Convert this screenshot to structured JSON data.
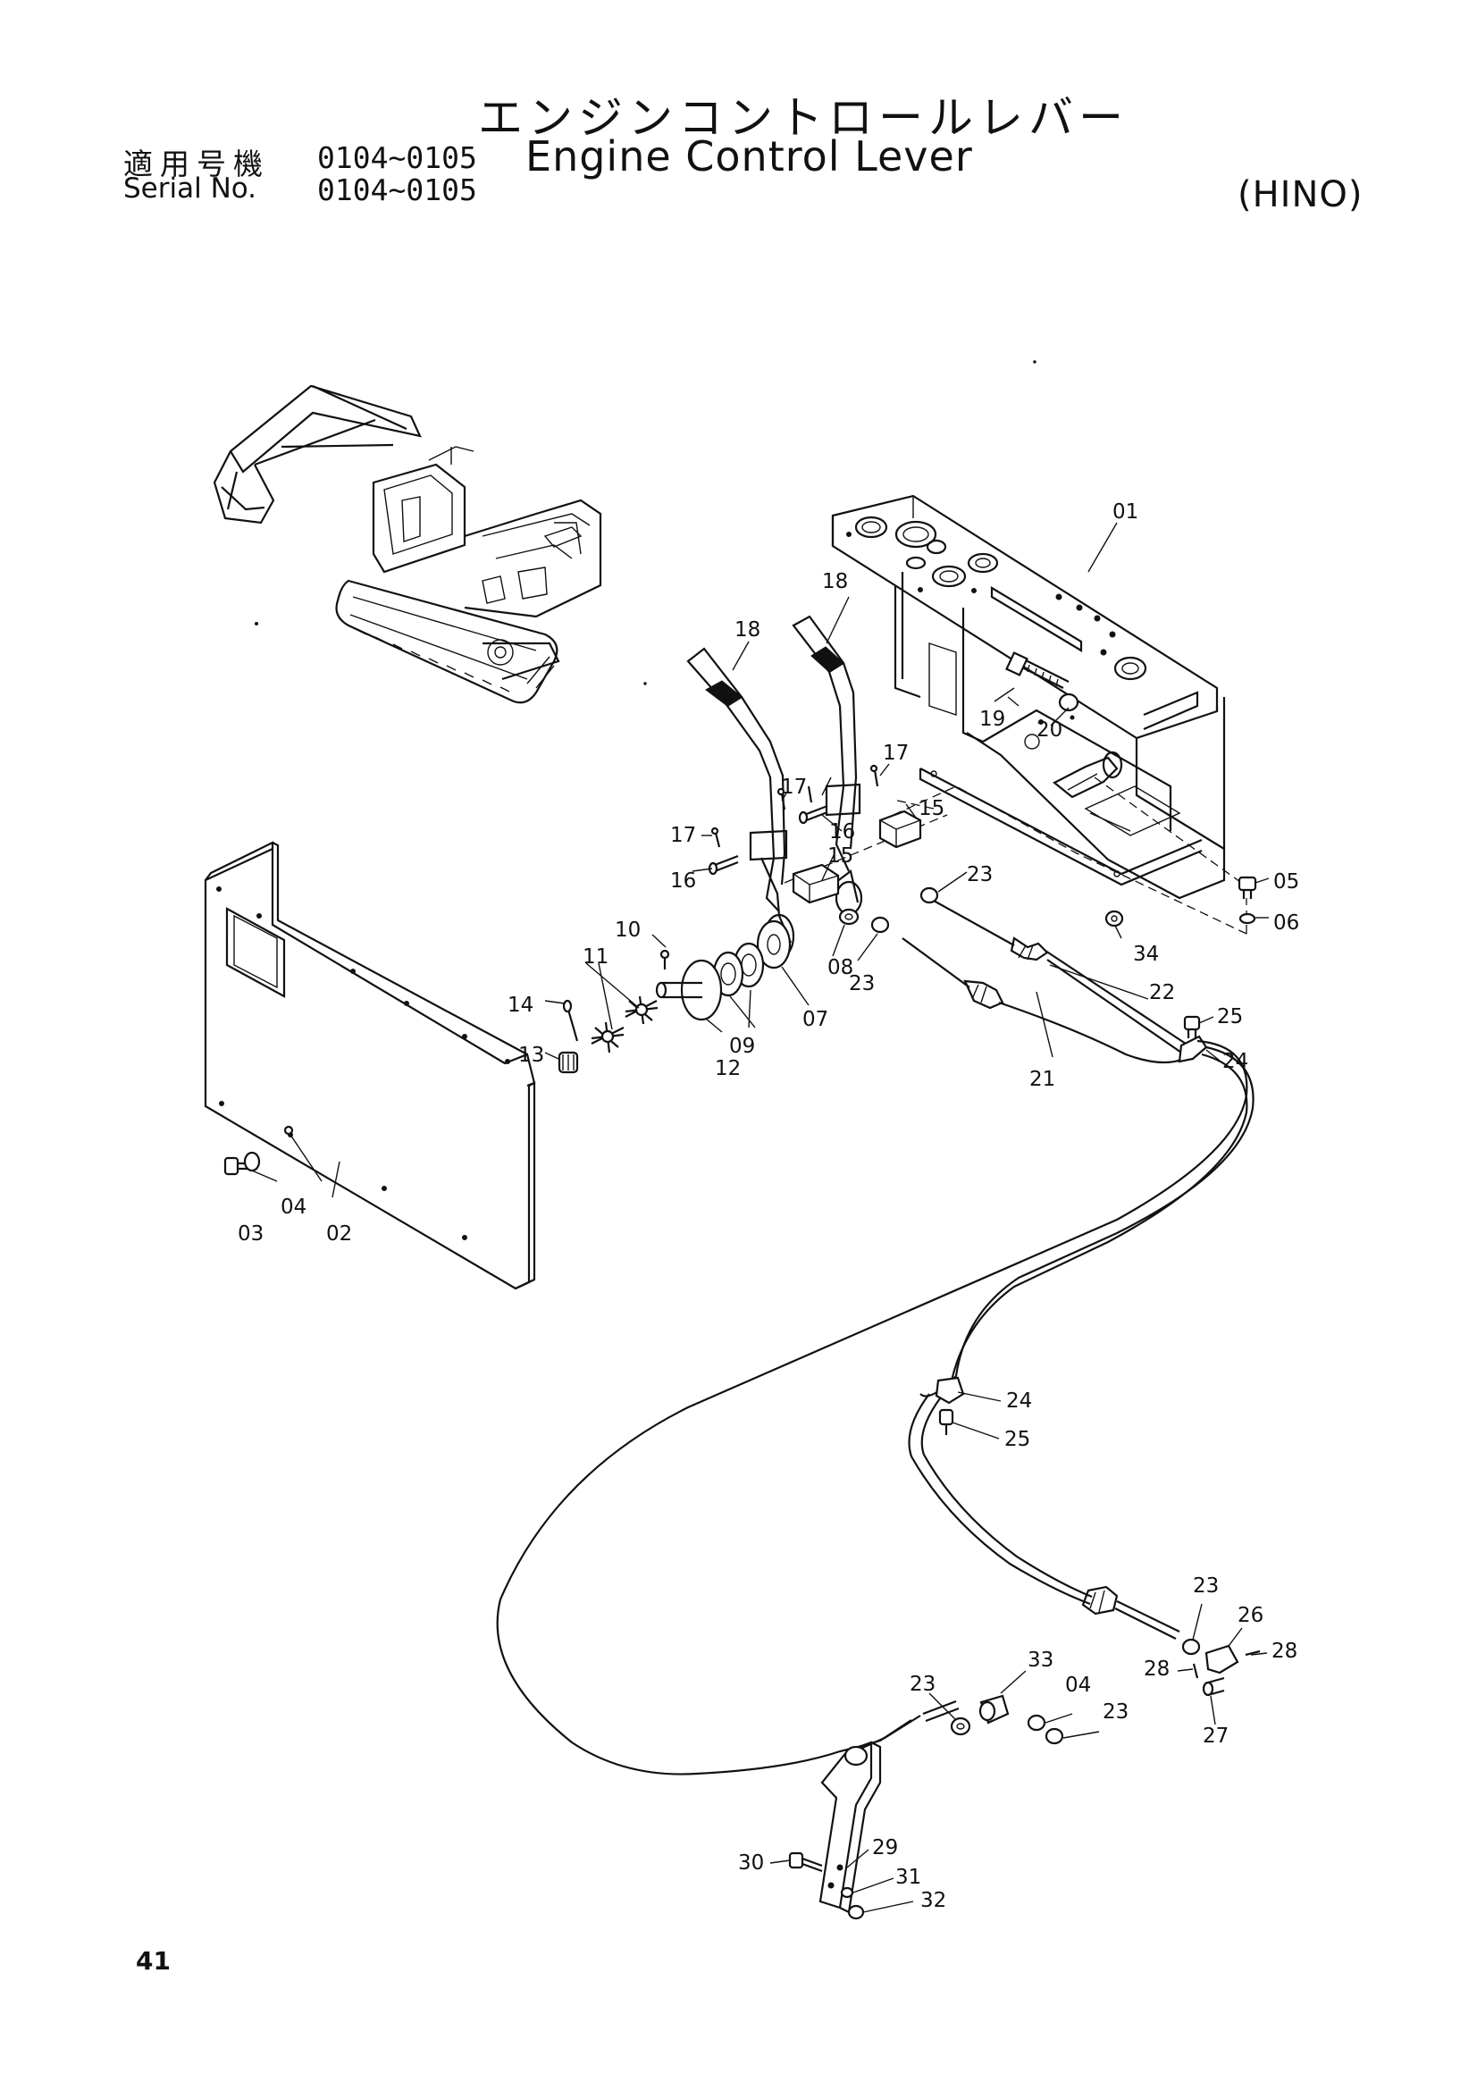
{
  "header": {
    "title_jp": "エンジンコントロールレバー",
    "applicable_label_jp": "適用号機",
    "applicable_range": "0104~0105",
    "title_en": "Engine Control Lever",
    "serial_label": "Serial No.",
    "serial_range": "0104~0105",
    "maker": "(HINO)"
  },
  "page_number": "41",
  "callouts": [
    "01",
    "02",
    "03",
    "04",
    "05",
    "06",
    "07",
    "08",
    "09",
    "10",
    "11",
    "12",
    "13",
    "14",
    "15",
    "15",
    "16",
    "16",
    "17",
    "17",
    "17",
    "18",
    "18",
    "19",
    "20",
    "21",
    "22",
    "23",
    "23",
    "23",
    "23",
    "23",
    "24",
    "24",
    "25",
    "25",
    "26",
    "27",
    "28",
    "28",
    "29",
    "30",
    "31",
    "32",
    "33",
    "04",
    "34"
  ]
}
